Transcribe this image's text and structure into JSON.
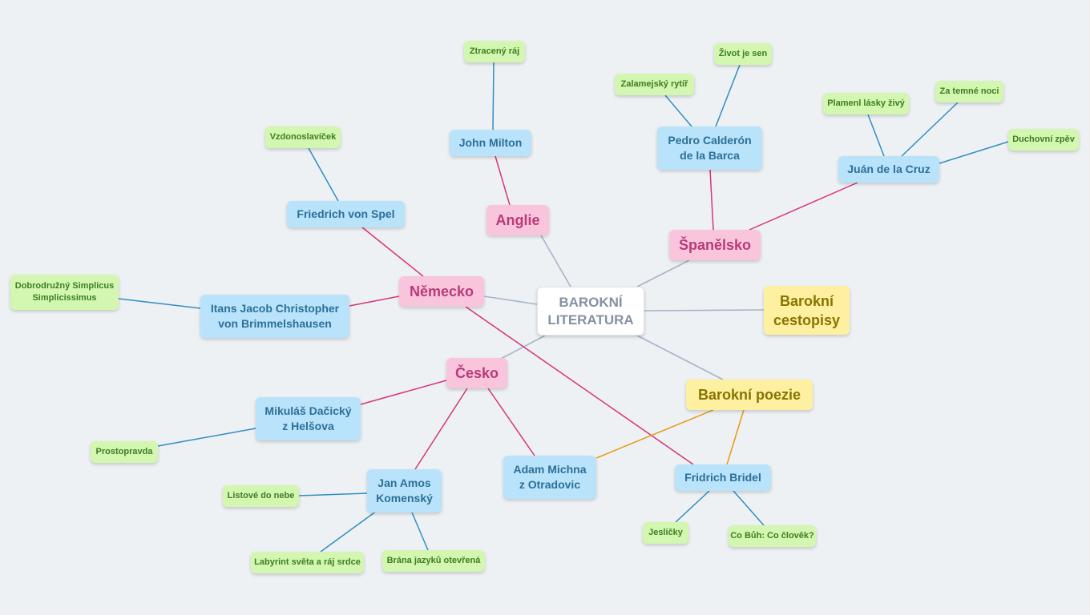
{
  "colors": {
    "root_link": "#a6b4c8",
    "country_link": "#d7337f",
    "author_link": "#2f8ec4",
    "poetry_link": "#e59a12"
  },
  "mindmap": {
    "root": "BAROKNÍ\nLITERATURA",
    "countries": {
      "anglie": "Anglie",
      "spanelsko": "Španělsko",
      "nemecko": "Německo",
      "cesko": "Česko"
    },
    "themes": {
      "cestopisy": "Barokní\ncestopisy",
      "poezie": "Barokní poezie"
    },
    "authors": {
      "milton": "John Milton",
      "calderon": "Pedro Calderón\nde la Barca",
      "cruz": "Juán de la Cruz",
      "spel": "Friedrich von Spel",
      "grimmelshausen": "Itans Jacob Christopher\nvon Brimmelshausen",
      "dacicky": "Mikuláš Dačický\nz Helšova",
      "komensky": "Jan Amos\nKomenský",
      "michna": "Adam Michna\nz Otradovic",
      "bridel": "Fridrich Bridel"
    },
    "works": {
      "ztraceny_raj": "Ztracený ráj",
      "zivot_je_sen": "Život je sen",
      "zalamejsky": "Zalamejský rytíř",
      "plamen": "Plamenl lásky živý",
      "temne_noci": "Za temné noci",
      "duchovni": "Duchovní zpěv",
      "vzdonoslavicek": "Vzdonoslavíček",
      "simplicus": "Dobrodružný Simplicus\nSimplicissimus",
      "prostopravda": "Prostopravda",
      "listove": "Listové do nebe",
      "labyrint": "Labyrint světa a ráj srdce",
      "brana": "Brána jazyků otevřená",
      "jeslicky": "Jesličky",
      "co_buh": "Co Bůh: Co člověk?"
    }
  }
}
